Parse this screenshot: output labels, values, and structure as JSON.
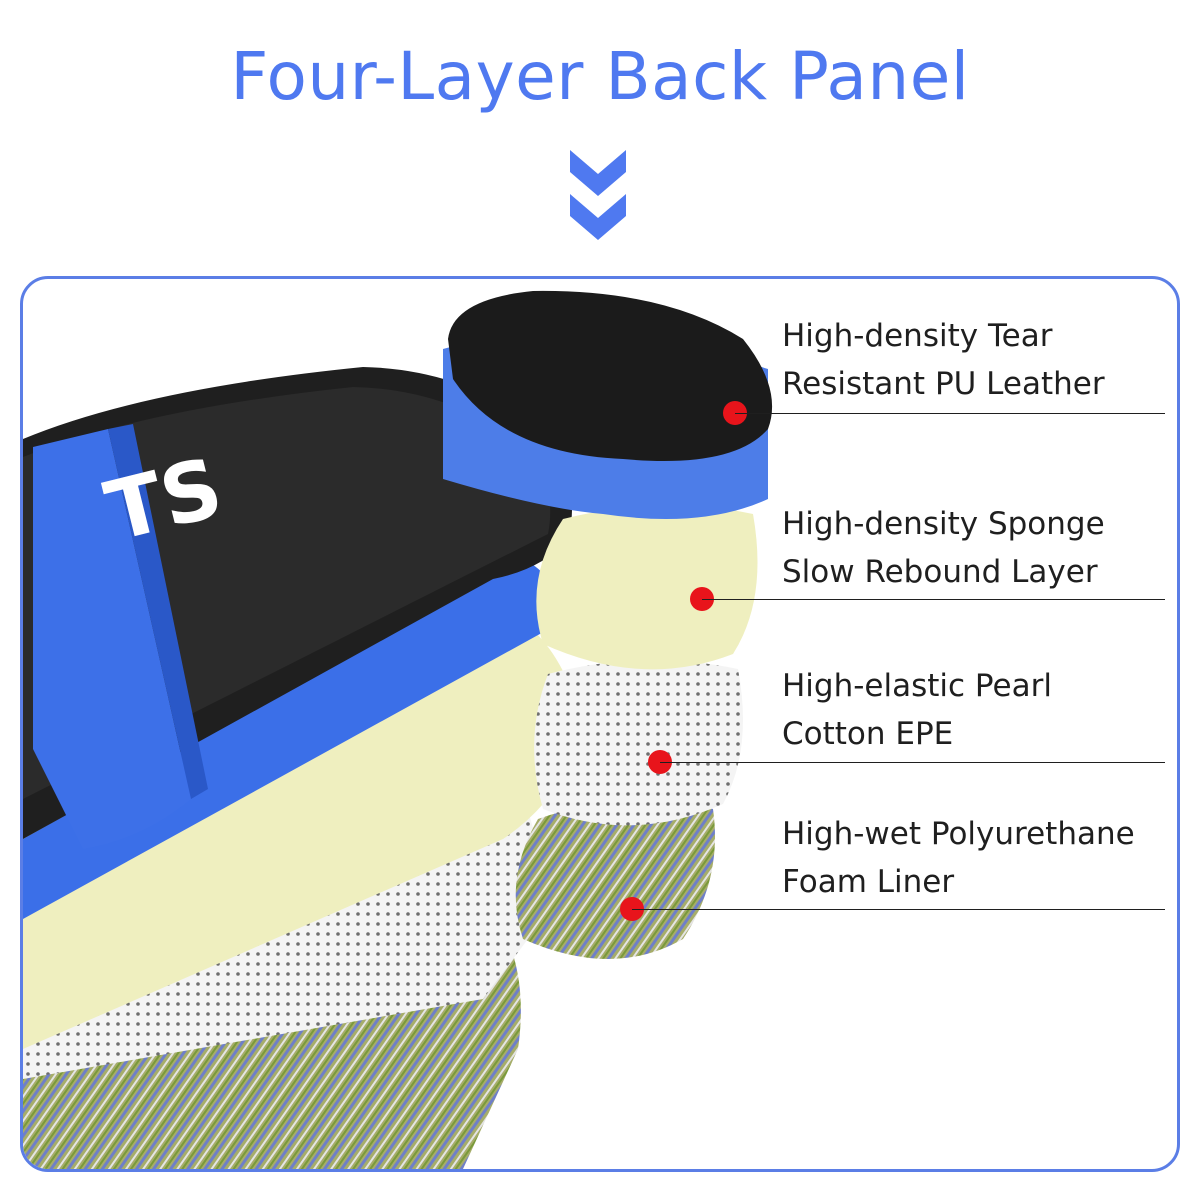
{
  "title": "Four-Layer Back Panel",
  "brand_letters": "TS",
  "layers": [
    {
      "line1": "High-density Tear",
      "line2": "Resistant PU Leather"
    },
    {
      "line1": "High-density Sponge",
      "line2": "Slow Rebound Layer"
    },
    {
      "line1": "High-elastic Pearl",
      "line2": "Cotton EPE"
    },
    {
      "line1": "High-wet Polyurethane",
      "line2": "Foam Liner"
    }
  ],
  "colors": {
    "accent": "#4f79f0",
    "panel_border": "#5b7ee6",
    "leather_black": "#1c1c1c",
    "blue_layer": "#3b6fe8",
    "sponge_yellow": "#f0f0c0",
    "epe_white": "#eeeeee",
    "marker_red": "#e8141b"
  }
}
